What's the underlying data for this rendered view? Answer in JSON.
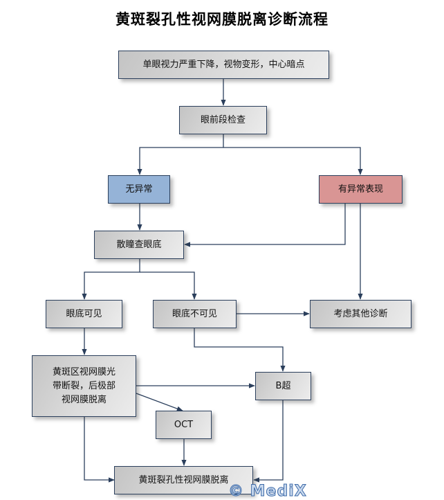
{
  "title": "黄斑裂孔性视网膜脱离诊断流程",
  "colors": {
    "node_default": "#d6d6d6",
    "node_normal": "#95b3d7",
    "node_abnormal": "#d99594",
    "edge": "#2b3f5c"
  },
  "nodes": {
    "symptoms": "单眼视力严重下降，视物变形，中心暗点",
    "anterior_exam": "眼前段检查",
    "no_abnormal": "无异常",
    "abnormal": "有异常表现",
    "dilated_fundus": "散瞳查眼底",
    "fundus_visible": "眼底可见",
    "fundus_not_visible": "眼底不可见",
    "other_diagnosis": "考虑其他诊断",
    "macular_finding": "黄斑区视网膜光带断裂，后极部视网膜脱离",
    "b_scan": "B超",
    "oct": "OCT",
    "final_diagnosis": "黄斑裂孔性视网膜脱离"
  },
  "edges": [
    {
      "from": "symptoms",
      "to": "anterior_exam"
    },
    {
      "from": "anterior_exam",
      "to": "no_abnormal"
    },
    {
      "from": "anterior_exam",
      "to": "abnormal"
    },
    {
      "from": "no_abnormal",
      "to": "dilated_fundus"
    },
    {
      "from": "abnormal",
      "to": "dilated_fundus"
    },
    {
      "from": "abnormal",
      "to": "other_diagnosis"
    },
    {
      "from": "dilated_fundus",
      "to": "fundus_visible"
    },
    {
      "from": "dilated_fundus",
      "to": "fundus_not_visible"
    },
    {
      "from": "fundus_not_visible",
      "to": "other_diagnosis"
    },
    {
      "from": "fundus_not_visible",
      "to": "b_scan"
    },
    {
      "from": "fundus_visible",
      "to": "macular_finding"
    },
    {
      "from": "macular_finding",
      "to": "b_scan"
    },
    {
      "from": "macular_finding",
      "to": "oct"
    },
    {
      "from": "macular_finding",
      "to": "final_diagnosis"
    },
    {
      "from": "oct",
      "to": "final_diagnosis"
    },
    {
      "from": "b_scan",
      "to": "final_diagnosis"
    }
  ],
  "watermark": "© MediX"
}
